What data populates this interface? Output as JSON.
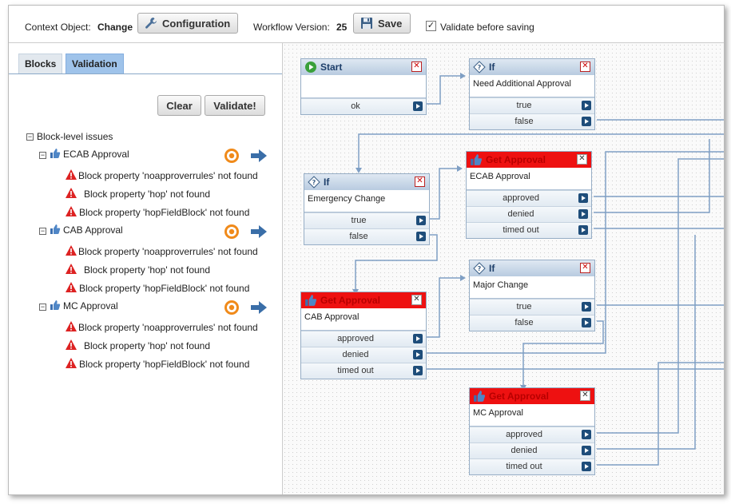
{
  "toolbar": {
    "context_label": "Context Object:",
    "context_value": "Change",
    "configuration_label": "Configuration",
    "workflow_version_label": "Workflow Version:",
    "workflow_version_value": "25",
    "save_label": "Save",
    "validate_before_saving_label": "Validate before saving",
    "validate_before_saving_checked": true
  },
  "left_panel": {
    "tabs": [
      {
        "label": "Blocks",
        "active": false
      },
      {
        "label": "Validation",
        "active": true
      }
    ],
    "clear_label": "Clear",
    "validate_label": "Validate!",
    "tree": {
      "root_label": "Block-level issues",
      "groups": [
        {
          "label": "ECAB Approval",
          "issues": [
            "Block property 'noapproverrules' not found",
            "Block property 'hop' not found",
            "Block property 'hopFieldBlock' not found"
          ]
        },
        {
          "label": "CAB Approval",
          "issues": [
            "Block property 'noapproverrules' not found",
            "Block property 'hop' not found",
            "Block property 'hopFieldBlock' not found"
          ]
        },
        {
          "label": "MC Approval",
          "issues": [
            "Block property 'noapproverrules' not found",
            "Block property 'hop' not found",
            "Block property 'hopFieldBlock' not found"
          ]
        }
      ]
    }
  },
  "canvas": {
    "blocks": {
      "start": {
        "title": "Start",
        "body": "",
        "outputs": [
          "ok"
        ]
      },
      "if_need": {
        "title": "If",
        "body": "Need Additional Approval",
        "outputs": [
          "true",
          "false"
        ]
      },
      "ecab": {
        "title": "Get Approval",
        "body": "ECAB Approval",
        "outputs": [
          "approved",
          "denied",
          "timed out"
        ]
      },
      "if_emergency": {
        "title": "If",
        "body": "Emergency Change",
        "outputs": [
          "true",
          "false"
        ]
      },
      "if_major": {
        "title": "If",
        "body": "Major Change",
        "outputs": [
          "true",
          "false"
        ]
      },
      "cab": {
        "title": "Get Approval",
        "body": "CAB Approval",
        "outputs": [
          "approved",
          "denied",
          "timed out"
        ]
      },
      "mc": {
        "title": "Get Approval",
        "body": "MC Approval",
        "outputs": [
          "approved",
          "denied",
          "timed out"
        ]
      }
    }
  },
  "colors": {
    "accent": "#9fc3ea",
    "error_header": "#ee1111",
    "wire": "#7f9fc4"
  }
}
